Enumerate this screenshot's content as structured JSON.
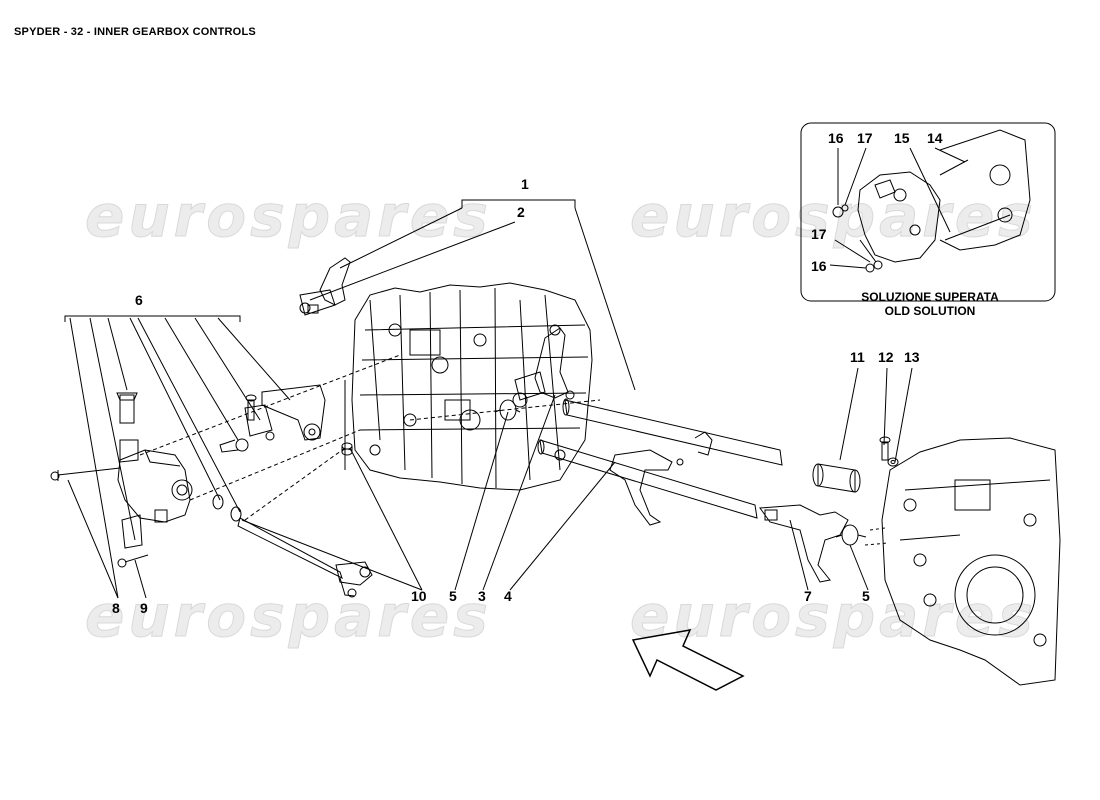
{
  "page": {
    "title": "SPYDER - 32 - INNER GEARBOX CONTROLS"
  },
  "watermark": {
    "text": "eurospares"
  },
  "callouts": {
    "c1": "1",
    "c2": "2",
    "c3": "3",
    "c4": "4",
    "c5a": "5",
    "c5b": "5",
    "c6": "6",
    "c7": "7",
    "c8": "8",
    "c9": "9",
    "c10": "10",
    "c11": "11",
    "c12": "12",
    "c13": "13",
    "i14": "14",
    "i15": "15",
    "i16a": "16",
    "i16b": "16",
    "i17a": "17",
    "i17b": "17"
  },
  "inset": {
    "caption_it": "SOLUZIONE SUPERATA",
    "caption_en": "OLD SOLUTION"
  },
  "colors": {
    "line": "#000000",
    "watermark": "#e6e6e6"
  }
}
